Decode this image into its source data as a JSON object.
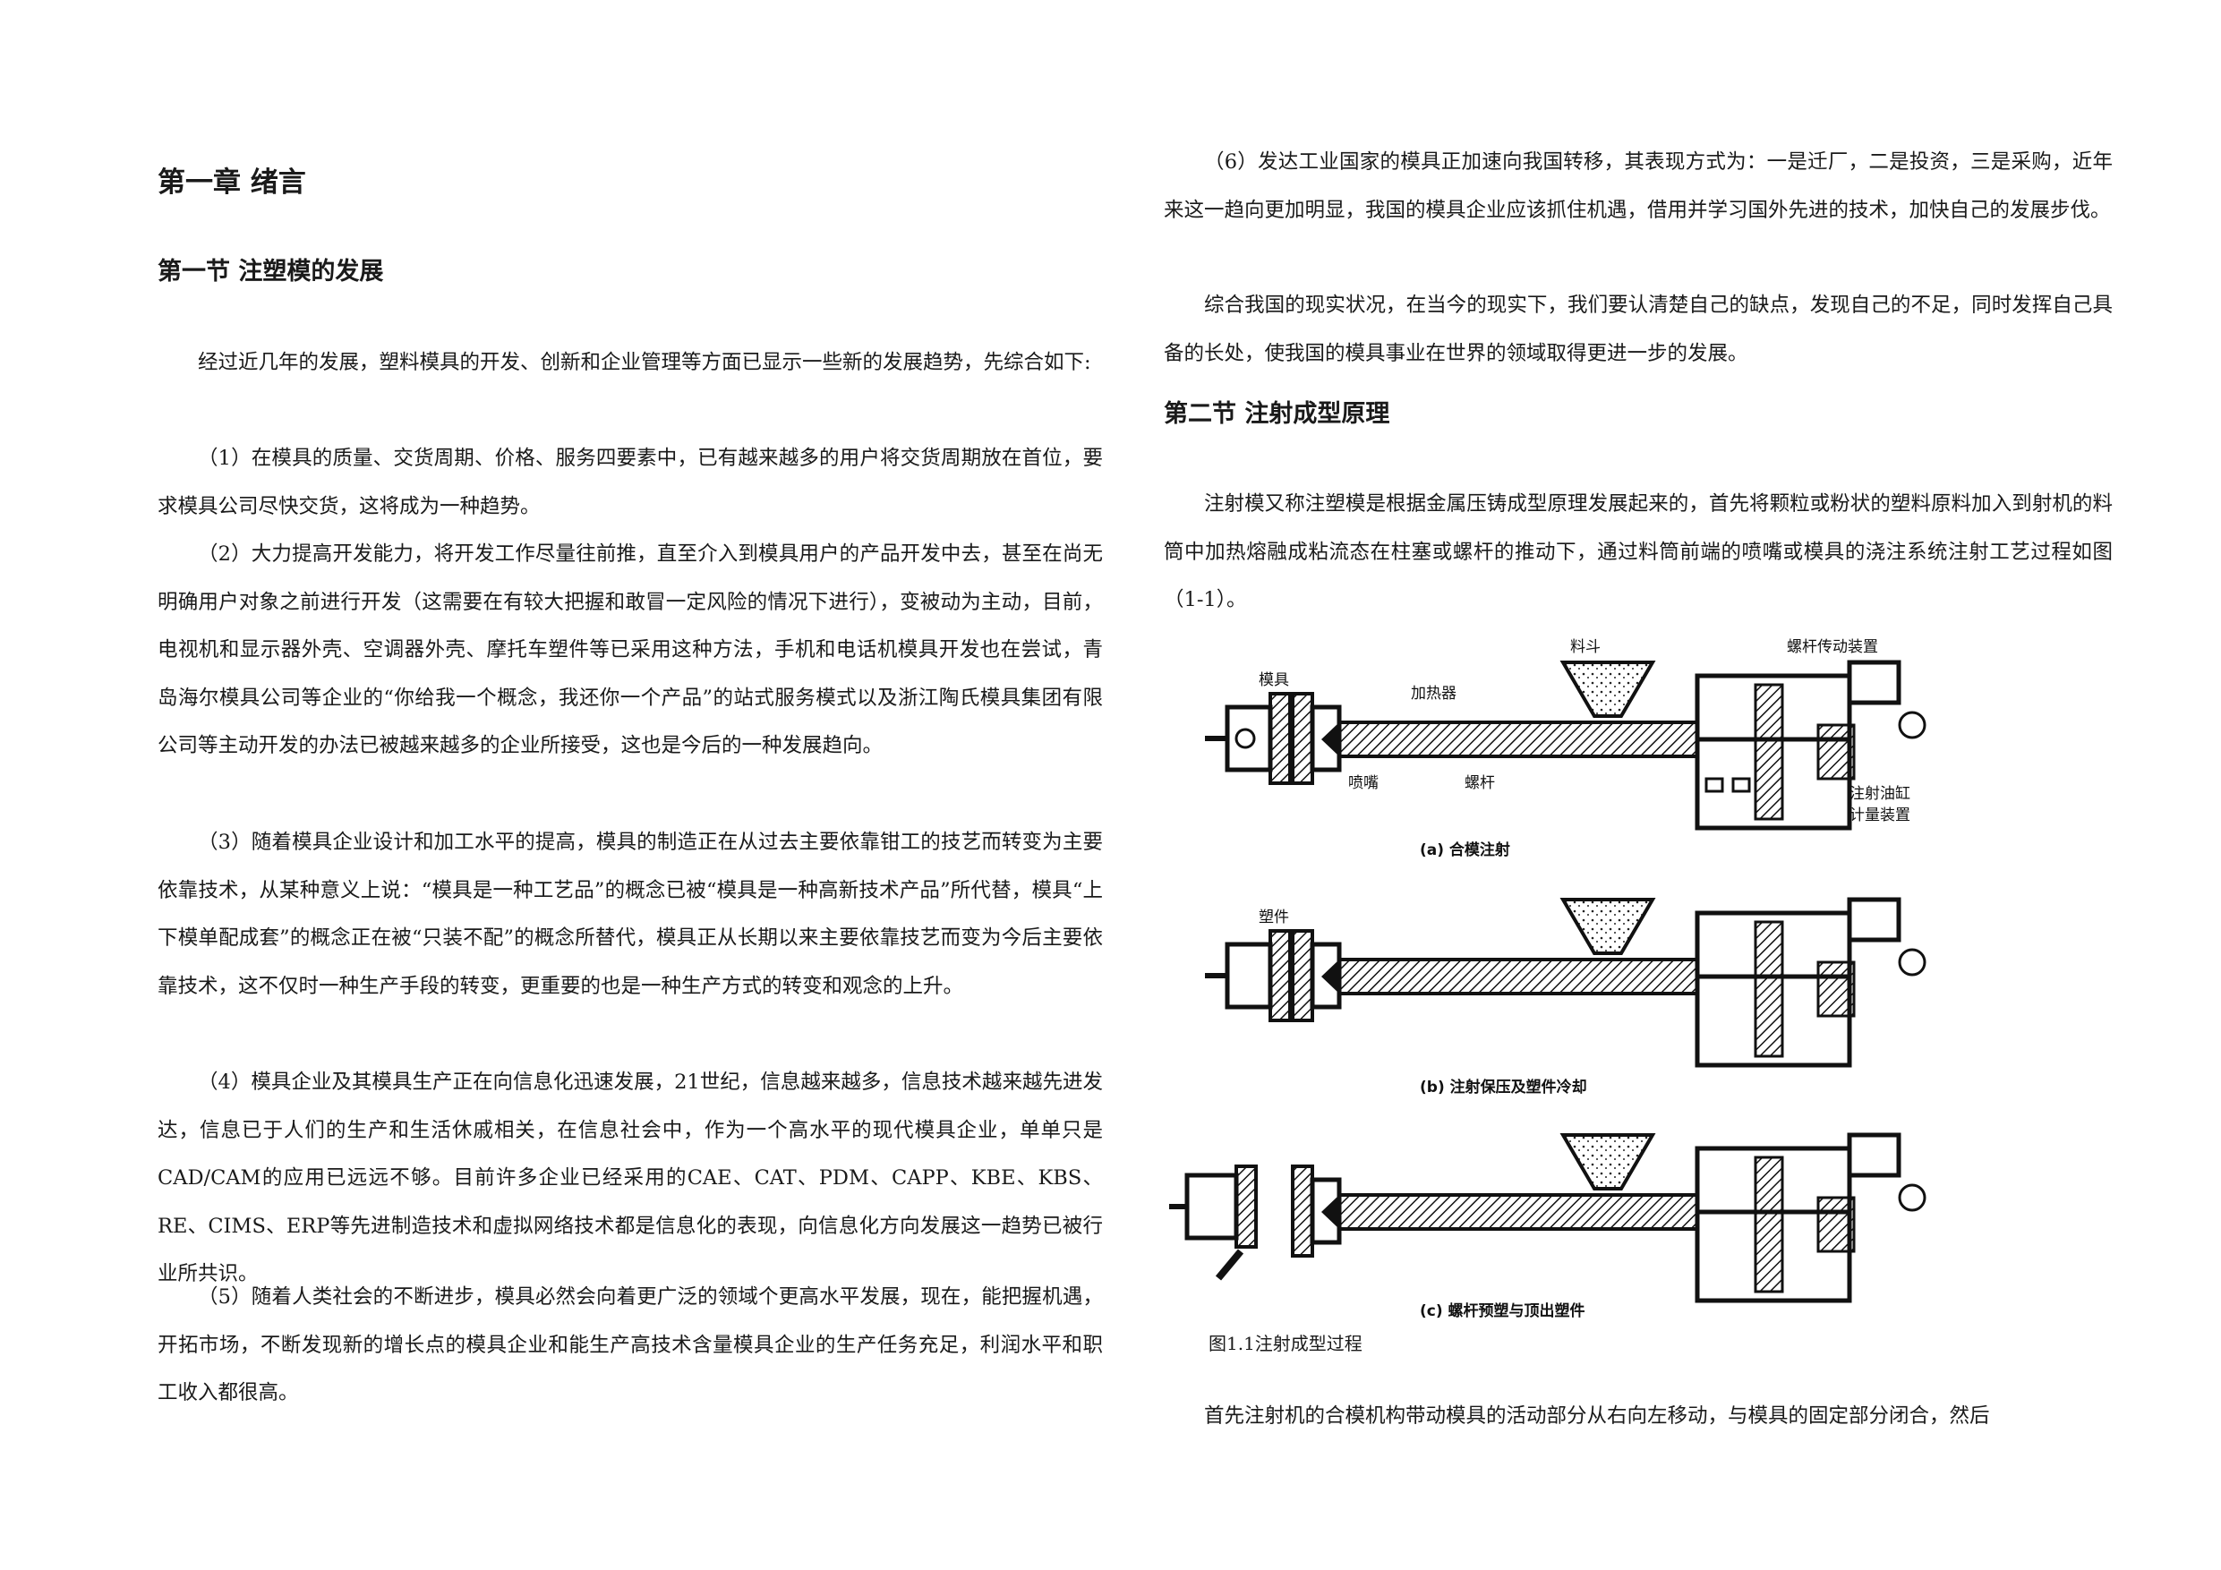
{
  "left": {
    "chapter_title": "第一章 绪言",
    "section1_title": "第一节 注塑模的发展",
    "paragraphs": [
      "经过近几年的发展，塑料模具的开发、创新和企业管理等方面已显示一些新的发展趋势，先综合如下:",
      "（1）在模具的质量、交货周期、价格、服务四要素中，已有越来越多的用户将交货周期放在首位，要求模具公司尽快交货，这将成为一种趋势。",
      "（2）大力提高开发能力，将开发工作尽量往前推，直至介入到模具用户的产品开发中去，甚至在尚无明确用户对象之前进行开发（这需要在有较大把握和敢冒一定风险的情况下进行），变被动为主动，目前，电视机和显示器外壳、空调器外壳、摩托车塑件等已采用这种方法，手机和电话机模具开发也在尝试，青岛海尔模具公司等企业的“你给我一个概念，我还你一个产品”的站式服务模式以及浙江陶氏模具集团有限公司等主动开发的办法已被越来越多的企业所接受，这也是今后的一种发展趋向。",
      "（3）随着模具企业设计和加工水平的提高，模具的制造正在从过去主要依靠钳工的技艺而转变为主要依靠技术，从某种意义上说：“模具是一种工艺品”的概念已被“模具是一种高新技术产品”所代替，模具“上下模单配成套”的概念正在被“只装不配”的概念所替代，模具正从长期以来主要依靠技艺而变为今后主要依靠技术，这不仅时一种生产手段的转变，更重要的也是一种生产方式的转变和观念的上升。",
      "（4）模具企业及其模具生产正在向信息化迅速发展，21世纪，信息越来越多，信息技术越来越先进发达，信息已于人们的生产和生活休戚相关，在信息社会中，作为一个高水平的现代模具企业，单单只是CAD/CAM的应用已远远不够。目前许多企业已经采用的CAE、CAT、PDM、CAPP、KBE、KBS、RE、CIMS、ERP等先进制造技术和虚拟网络技术都是信息化的表现，向信息化方向发展这一趋势已被行业所共识。",
      "（5）随着人类社会的不断进步，模具必然会向着更广泛的领域个更高水平发展，现在，能把握机遇，开拓市场，不断发现新的增长点的模具企业和能生产高技术含量模具企业的生产任务充足，利润水平和职工收入都很高。"
    ]
  },
  "right": {
    "paragraphs_top": [
      "（6）发达工业国家的模具正加速向我国转移，其表现方式为：一是迁厂，二是投资，三是采购，近年来这一趋向更加明显，我国的模具企业应该抓住机遇，借用并学习国外先进的技术，加快自己的发展步伐。",
      "综合我国的现实状况，在当今的现实下，我们要认清楚自己的缺点，发现自己的不足，同时发挥自己具备的长处，使我国的模具事业在世界的领域取得更进一步的发展。"
    ],
    "section2_title": "第二节 注射成型原理",
    "intro": "注射模又称注塑模是根据金属压铸成型原理发展起来的，首先将颗粒或粉状的塑料原料加入到射机的料筒中加热熔融成粘流态在柱塞或螺杆的推动下，通过料筒前端的喷嘴或模具的浇注系统注射工艺过程如图（1-1）。",
    "figure": {
      "parts": {
        "hopper": "料斗",
        "screw_drive": "螺杆传动装置",
        "mold": "模具",
        "heater": "加热器",
        "nozzle": "喷嘴",
        "screw": "螺杆",
        "cylinder": "注射油缸",
        "metering": "计量装置",
        "part": "塑件"
      },
      "sub_captions": [
        "(a)  合模注射",
        "(b)  注射保压及塑件冷却",
        "(c)  螺杆预塑与顶出塑件"
      ]
    },
    "caption": "图1.1注射成型过程",
    "last_paragraph": "首先注射机的合模机构带动模具的活动部分从右向左移动，与模具的固定部分闭合，然后"
  }
}
